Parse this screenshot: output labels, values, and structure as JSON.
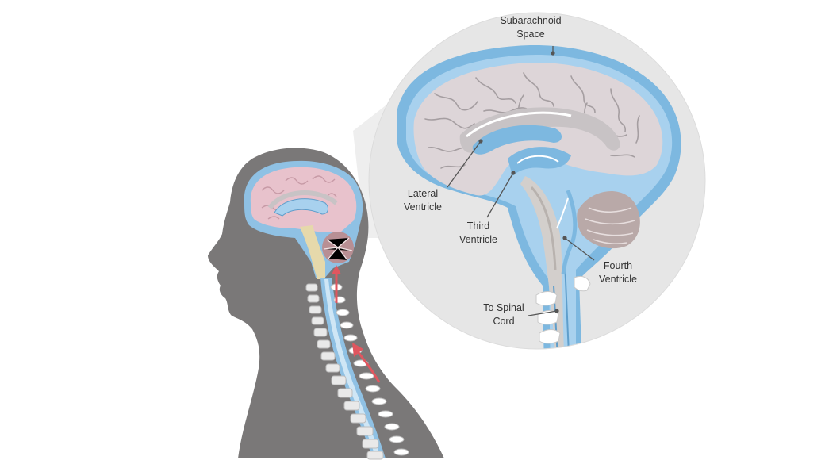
{
  "colors": {
    "csf_blue": "#6fb0dd",
    "csf_blue_light": "#a8d1ee",
    "brain_grey": "#ddd5d8",
    "brain_pink": "#e8c2cc",
    "silhouette": "#7a7878",
    "zoom_circle": "#e6e6e6",
    "flow_arrow": "#e0565f",
    "leader_line": "#555555"
  },
  "labels": {
    "subarachnoid": {
      "line1": "Subarachnoid",
      "line2": "Space"
    },
    "lateral": {
      "line1": "Lateral",
      "line2": "Ventricle"
    },
    "third": {
      "line1": "Third",
      "line2": "Ventricle"
    },
    "fourth": {
      "line1": "Fourth",
      "line2": "Ventricle"
    },
    "spinal": {
      "line1": "To Spinal",
      "line2": "Cord"
    }
  }
}
